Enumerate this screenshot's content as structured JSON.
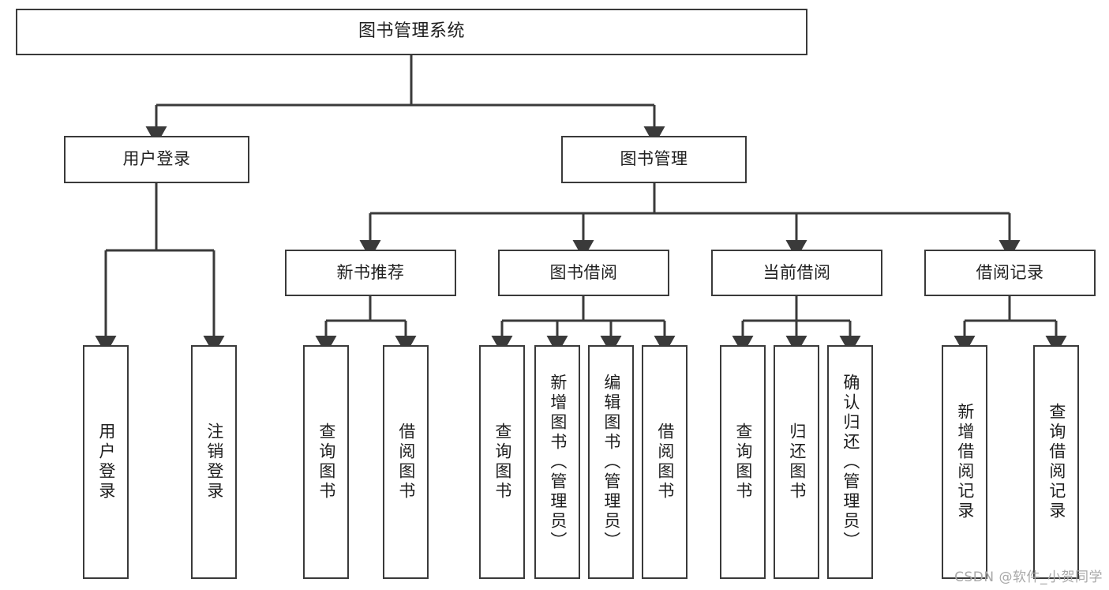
{
  "diagram": {
    "type": "tree",
    "title": "图书管理系统",
    "colors": {
      "stroke": "#3a3a3a",
      "fill": "#ffffff",
      "text": "#1f1f1f",
      "watermark": "#a8a8a8"
    },
    "root": {
      "label": "图书管理系统"
    },
    "level2": [
      {
        "label": "用户登录"
      },
      {
        "label": "图书管理"
      }
    ],
    "level3": [
      {
        "label": "新书推荐"
      },
      {
        "label": "图书借阅"
      },
      {
        "label": "当前借阅"
      },
      {
        "label": "借阅记录"
      }
    ],
    "leaves": {
      "user_login": [
        {
          "label": "用户登录"
        },
        {
          "label": "注销登录"
        }
      ],
      "new_book": [
        {
          "label": "查询图书"
        },
        {
          "label": "借阅图书"
        }
      ],
      "borrow_book": [
        {
          "label": "查询图书"
        },
        {
          "label": "新增图书（管理员）"
        },
        {
          "label": "编辑图书（管理员）"
        },
        {
          "label": "借阅图书"
        }
      ],
      "current_borrow": [
        {
          "label": "查询图书"
        },
        {
          "label": "归还图书"
        },
        {
          "label": "确认归还（管理员）"
        }
      ],
      "borrow_record": [
        {
          "label": "新增借阅记录"
        },
        {
          "label": "查询借阅记录"
        }
      ]
    }
  },
  "watermark": {
    "text": "CSDN @软件_小贺同学"
  }
}
